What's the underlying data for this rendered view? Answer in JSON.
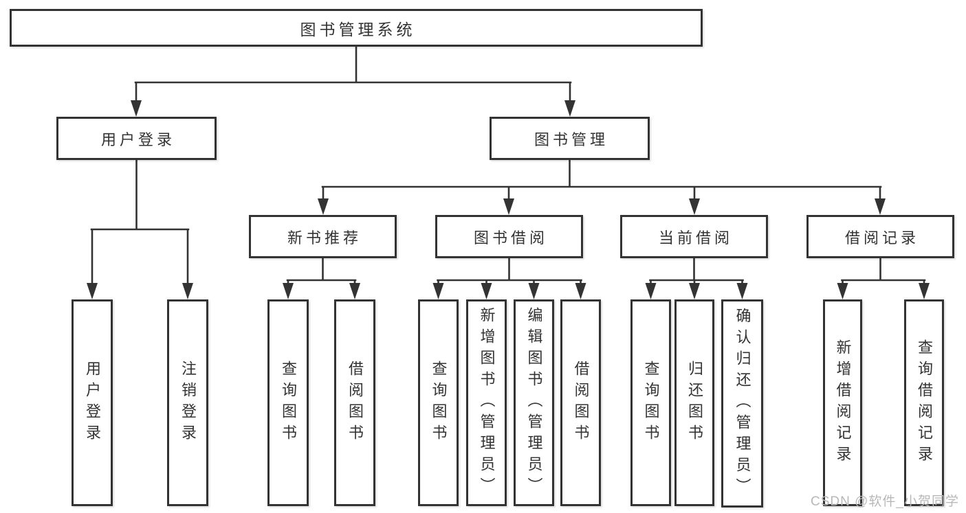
{
  "tree": {
    "label": "图书管理系统",
    "children": [
      {
        "label": "用户登录",
        "children": [
          {
            "label": "用户登录"
          },
          {
            "label": "注销登录"
          }
        ]
      },
      {
        "label": "图书管理",
        "children": [
          {
            "label": "新书推荐",
            "children": [
              {
                "label": "查询图书"
              },
              {
                "label": "借阅图书"
              }
            ]
          },
          {
            "label": "图书借阅",
            "children": [
              {
                "label": "查询图书"
              },
              {
                "label": "新增图书（管理员）"
              },
              {
                "label": "编辑图书（管理员）"
              },
              {
                "label": "借阅图书"
              }
            ]
          },
          {
            "label": "当前借阅",
            "children": [
              {
                "label": "查询图书"
              },
              {
                "label": "归还图书"
              },
              {
                "label": "确认归还（管理员）"
              }
            ]
          },
          {
            "label": "借阅记录",
            "children": [
              {
                "label": "新增借阅记录"
              },
              {
                "label": "查询借阅记录"
              }
            ]
          }
        ]
      }
    ]
  },
  "watermark": {
    "text": "CSDN @软件_小贺同学"
  },
  "colors": {
    "line": "#333333",
    "text": "#333333",
    "background": "#ffffff",
    "watermark": "#b8b8b8"
  }
}
